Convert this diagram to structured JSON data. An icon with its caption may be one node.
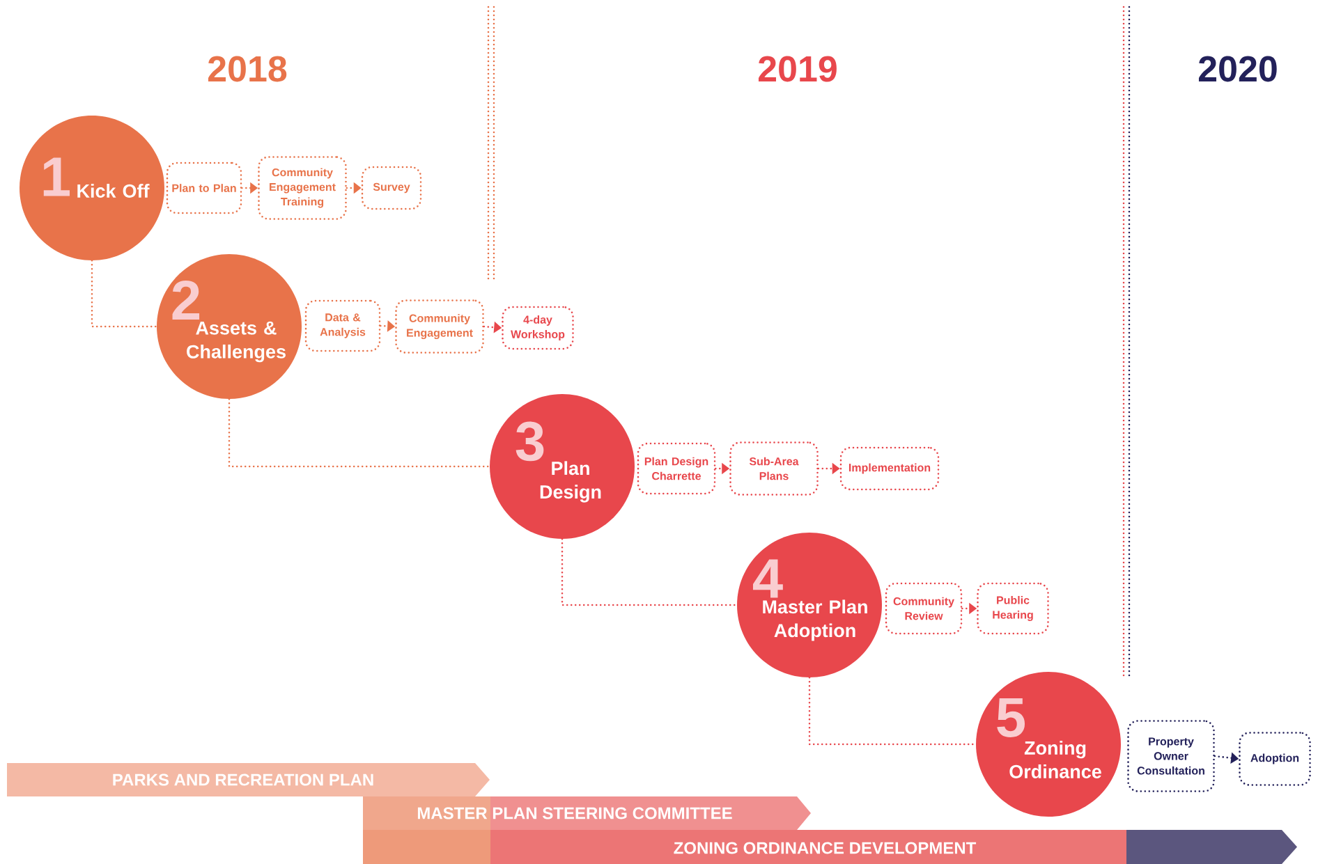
{
  "diagram": {
    "nodes": [
      {
        "text": [
          "1",
          "Kick Off"
        ]
      },
      {
        "text": [
          "Plan to Plan"
        ]
      },
      {
        "text": [
          "Community Engagement Training"
        ]
      },
      {
        "text": [
          "Survey"
        ]
      },
      {
        "text": [
          "2",
          "Assets & Challenges"
        ]
      },
      {
        "text": [
          "Data & Analysis"
        ]
      },
      {
        "text": [
          "Community Engagement"
        ]
      },
      {
        "text": [
          "4-day Workshop"
        ]
      },
      {
        "text": [
          "3",
          "Plan Design"
        ]
      },
      {
        "text": [
          "Plan Design Charrette"
        ]
      },
      {
        "text": [
          "Sub-Area Plans"
        ]
      },
      {
        "text": [
          "Implementation"
        ]
      },
      {
        "text": [
          "4",
          "Master Plan Adoption"
        ]
      },
      {
        "text": [
          "Community Review"
        ]
      },
      {
        "text": [
          "Public Hearing"
        ]
      },
      {
        "text": [
          "5",
          "Zoning Ordinance"
        ]
      },
      {
        "text": [
          "Property Owner Consultation"
        ]
      },
      {
        "text": [
          "Adoption"
        ]
      },
      {
        "text": [
          "PARKS AND RECREATION PLAN"
        ]
      },
      {
        "text": [
          "MASTER PLAN STEERING COMMITTEE"
        ]
      },
      {
        "text": [
          "ZONING ORDINANCE DEVELOPMENT"
        ]
      }
    ],
    "edges": [
      {
        "from": 1,
        "to": 2,
        "arrow": "to",
        "color": "#e8734a"
      },
      {
        "from": 2,
        "to": 3,
        "arrow": "to",
        "color": "#e8734a"
      },
      {
        "from": 5,
        "to": 6,
        "arrow": "to",
        "color": "#e8734a"
      },
      {
        "from": 6,
        "to": 7,
        "arrow": "to",
        "color": "#e8474c"
      },
      {
        "from": 9,
        "to": 10,
        "arrow": "to",
        "color": "#e8474c"
      },
      {
        "from": 10,
        "to": 11,
        "arrow": "to",
        "color": "#e8474c"
      },
      {
        "from": 13,
        "to": 14,
        "arrow": "to",
        "color": "#e8474c"
      },
      {
        "from": 16,
        "to": 17,
        "arrow": "to",
        "color": "#23215a"
      },
      {
        "from": 0,
        "to": 4,
        "arrow": "none",
        "color": "#e8734a"
      },
      {
        "from": 4,
        "to": 8,
        "arrow": "none",
        "color": "#e8734a"
      },
      {
        "from": 8,
        "to": 12,
        "arrow": "none",
        "color": "#e8474c"
      },
      {
        "from": 12,
        "to": 15,
        "arrow": "none",
        "color": "#e8474c"
      }
    ],
    "labels": [
      "2018",
      "2019",
      "2020"
    ]
  }
}
